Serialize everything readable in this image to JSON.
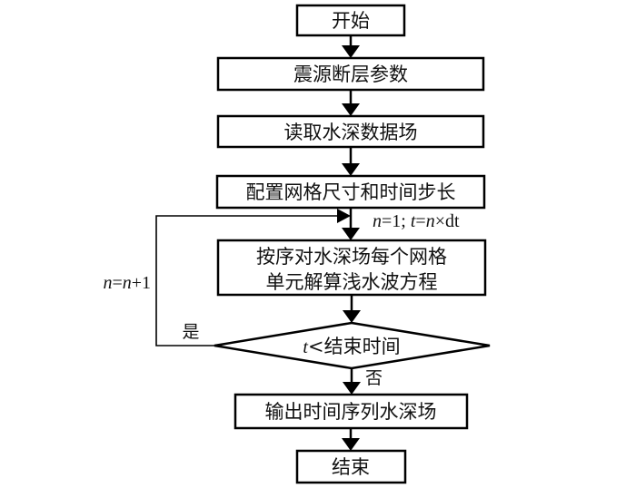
{
  "nodes": {
    "start": "开始",
    "source_params": "震源断层参数",
    "read_bathymetry": "读取水深数据场",
    "configure_grid": "配置网格尺寸和时间步长",
    "solve_line1": "按序对水深场每个网格",
    "solve_line2": "单元解算浅水波方程",
    "decision": "<结束时间",
    "decision_var": "t",
    "output": "输出时间序列水深场",
    "end": "结束"
  },
  "annotations": {
    "init": {
      "n": "n",
      "eq1": "=1; ",
      "t": "t",
      "eq2": "=",
      "n2": "n",
      "tail": "×dt"
    },
    "increment": {
      "n": "n",
      "eq": "=",
      "n2": "n",
      "tail": "+1"
    },
    "yes": "是",
    "no": "否"
  },
  "colors": {
    "stroke": "#000000",
    "text": "#111111",
    "background": "#ffffff"
  }
}
